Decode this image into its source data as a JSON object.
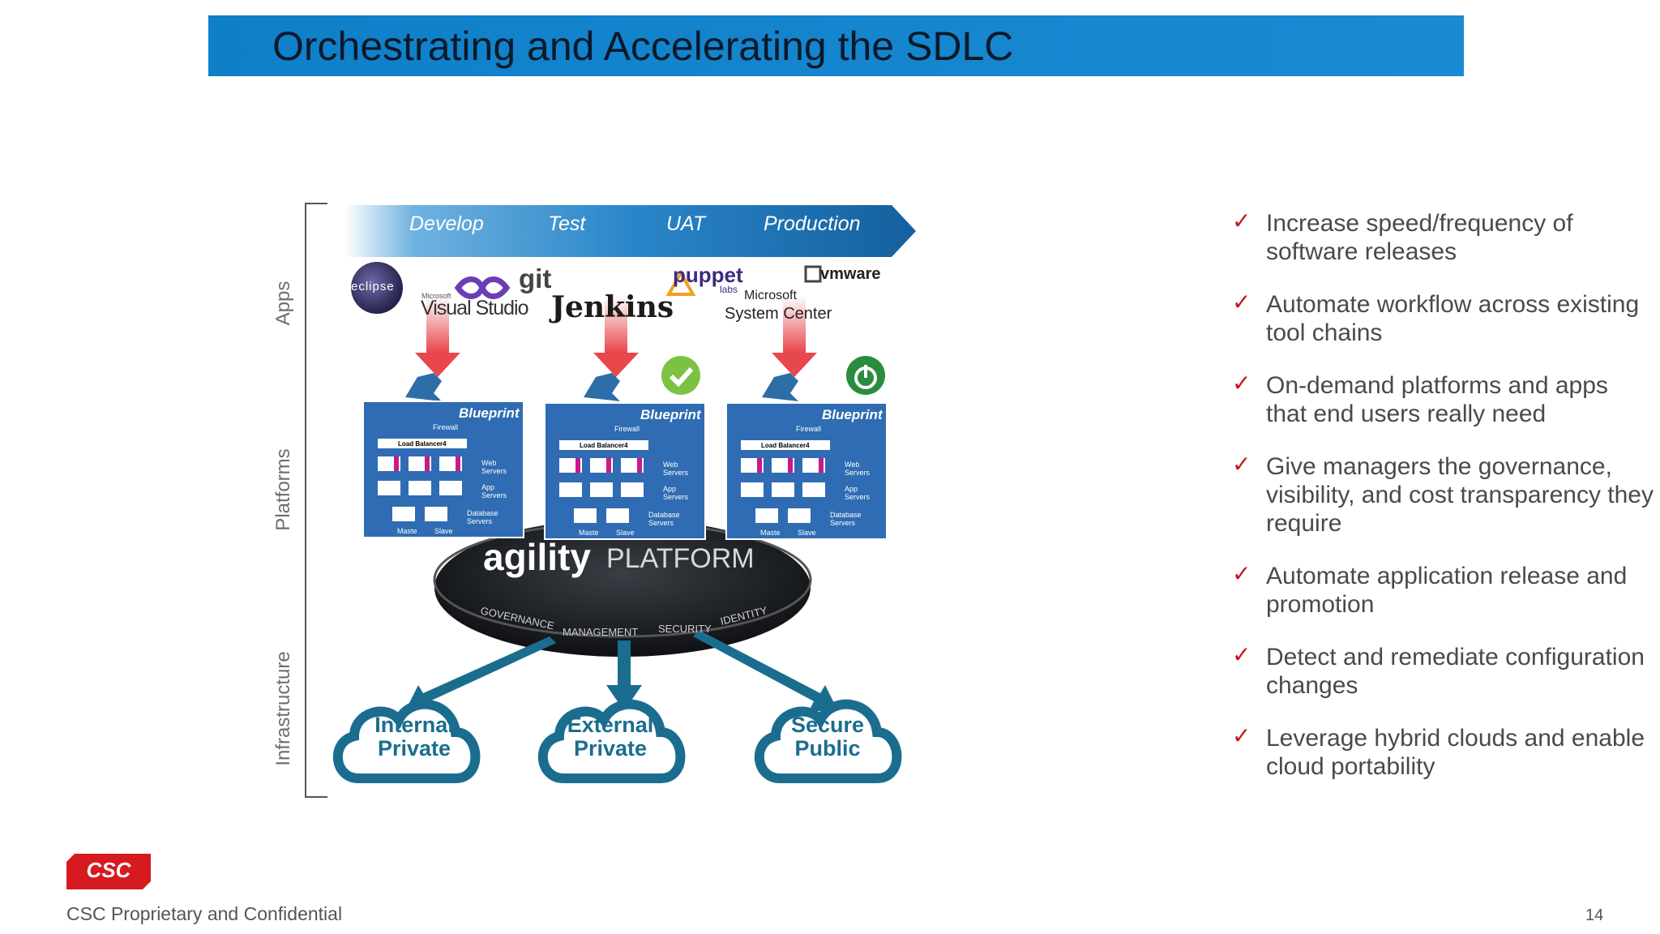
{
  "slide": {
    "title": "Orchestrating and Accelerating the SDLC",
    "footer": "CSC Proprietary and Confidential",
    "page_number": "14",
    "logo_text": "CSC"
  },
  "layers": [
    "Apps",
    "Platforms",
    "Infrastructure"
  ],
  "stages": [
    "Develop",
    "Test",
    "UAT",
    "Production"
  ],
  "tool_logos": {
    "eclipse": "eclipse",
    "vs_small": "Microsoft",
    "vs": "Visual Studio",
    "git": "git",
    "jenkins": "Jenkins",
    "puppet": "puppet",
    "puppet_sub": "labs",
    "vmware": "vmware",
    "ms_small": "Microsoft",
    "system_center": "System Center"
  },
  "blueprint": {
    "title": "Blueprint",
    "firewall": "Firewall",
    "load_balancer": "Load Balancer4",
    "web": "Web Servers",
    "app": "App Servers",
    "db": "Database Servers",
    "master": "Maste",
    "slave": "Slave"
  },
  "platform": {
    "brand": "agility",
    "label": "PLATFORM",
    "ring_words": [
      "GOVERNANCE",
      "MANAGEMENT",
      "SECURITY",
      "IDENTITY"
    ]
  },
  "clouds": [
    {
      "line1": "Internal",
      "line2": "Private"
    },
    {
      "line1": "External",
      "line2": "Private"
    },
    {
      "line1": "Secure",
      "line2": "Public"
    }
  ],
  "bullets": [
    "Increase speed/frequency of software releases",
    "Automate workflow across existing tool chains",
    "On-demand platforms and apps that end users really need",
    "Give managers the governance, visibility, and cost transparency they require",
    "Automate application release and promotion",
    "Detect and remediate configuration changes",
    "Leverage hybrid clouds and enable cloud portability"
  ],
  "colors": {
    "title_bar": "#1487cf",
    "stage_arrow": "#1b78bd",
    "check": "#c4161c",
    "cloud": "#1b6d8f",
    "blueprint": "#2f6cb3",
    "csc_red": "#d71920"
  }
}
